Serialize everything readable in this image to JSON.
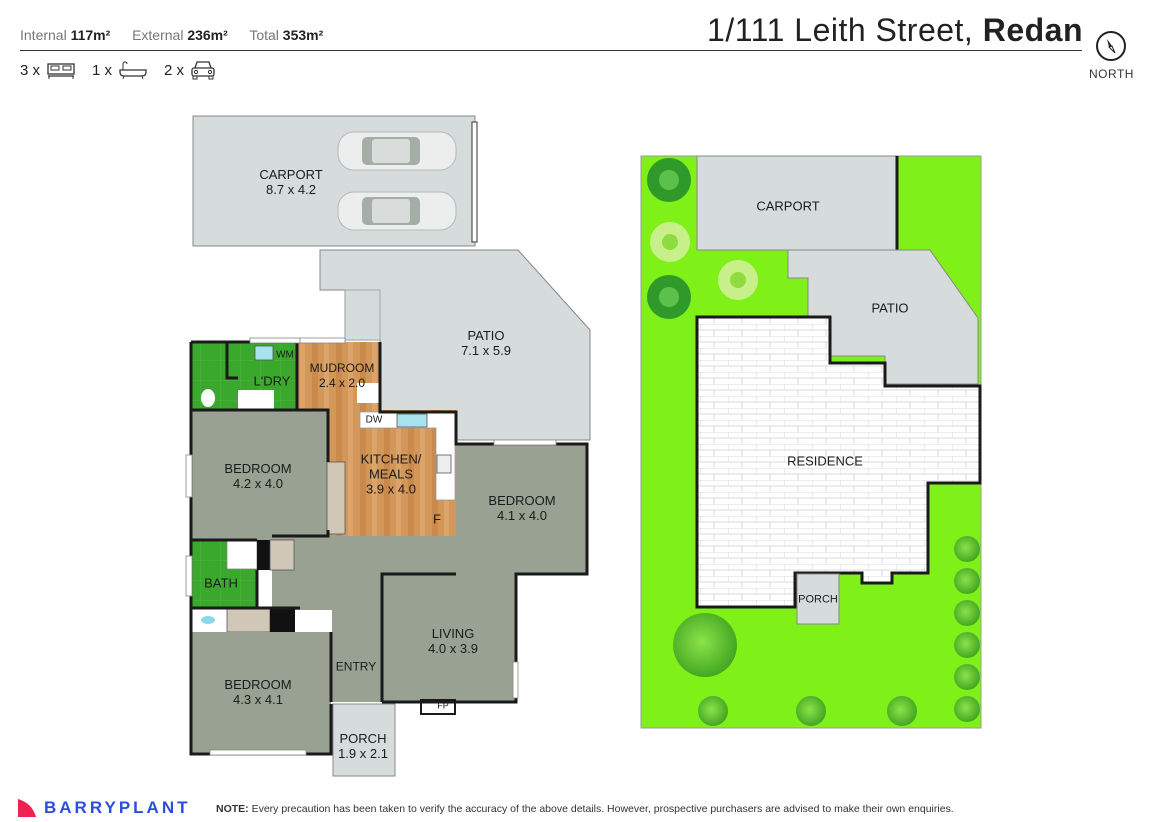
{
  "header": {
    "stats": [
      {
        "label": "Internal",
        "value": "117m²"
      },
      {
        "label": "External",
        "value": "236m²"
      },
      {
        "label": "Total",
        "value": "353m²"
      }
    ],
    "features": [
      {
        "count": "3 x",
        "icon": "bed-icon"
      },
      {
        "count": "1 x",
        "icon": "bath-icon"
      },
      {
        "count": "2 x",
        "icon": "car-icon"
      }
    ],
    "address_street": "1/111 Leith Street,",
    "address_suburb": "Redan",
    "compass_label": "NORTH"
  },
  "floor_plan": {
    "rooms": [
      {
        "name": "CARPORT",
        "dims": "8.7 x 4.2"
      },
      {
        "name": "PATIO",
        "dims": "7.1 x 5.9"
      },
      {
        "name": "L'DRY",
        "dims": ""
      },
      {
        "name": "MUDROOM",
        "dims": "2.4 x 2.0"
      },
      {
        "name": "BEDROOM",
        "dims": "4.2 x 4.0"
      },
      {
        "name": "KITCHEN/",
        "dims": "MEALS"
      },
      {
        "name": "BEDROOM",
        "dims": "4.1 x 4.0"
      },
      {
        "name": "BATH",
        "dims": ""
      },
      {
        "name": "LIVING",
        "dims": "4.0 x 3.9"
      },
      {
        "name": "ENTRY",
        "dims": ""
      },
      {
        "name": "BEDROOM",
        "dims": "4.3 x 4.1"
      },
      {
        "name": "PORCH",
        "dims": "1.9 x 2.1"
      }
    ],
    "kitchen_dims": "3.9 x 4.0",
    "fixtures": {
      "wm": "WM",
      "dw": "DW",
      "fridge": "F",
      "fireplace": "FP"
    }
  },
  "site_plan": {
    "labels": {
      "carport": "CARPORT",
      "patio": "PATIO",
      "residence": "RESIDENCE",
      "porch": "PORCH"
    }
  },
  "footer": {
    "brand": "BARRYPLANT",
    "note_label": "NOTE:",
    "note_text": " Every precaution has been taken to verify the accuracy of the above details. However, prospective purchasers are advised to make their own enquiries."
  },
  "colors": {
    "wall": "#1a1a1a",
    "carpet": "#98a192",
    "outdoor": "#d6dcdb",
    "wet_area": "#3aa82c",
    "timber": "#d3975a",
    "lawn": "#7ff018",
    "brand_red": "#f0224f",
    "brand_blue": "#2b4ee0"
  }
}
